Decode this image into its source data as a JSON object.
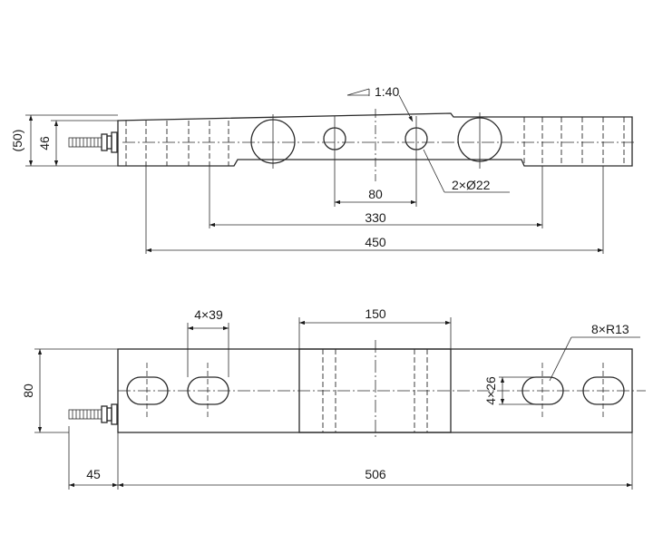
{
  "top_view": {
    "taper_label": "1:40",
    "dim_left_outer": "(50)",
    "dim_left_inner": "46",
    "dim_80": "80",
    "dim_330": "330",
    "dim_450": "450",
    "hole_callout": "2×Ø22"
  },
  "bottom_view": {
    "dim_height": "80",
    "dim_slots": "4×39",
    "dim_center_block": "150",
    "dim_slot_width": "4×26",
    "dim_radius": "8×R13",
    "dim_cable": "45",
    "dim_length": "506"
  }
}
